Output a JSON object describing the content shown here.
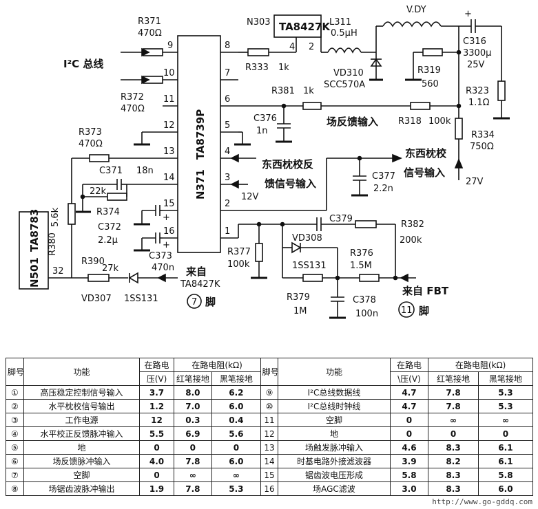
{
  "diagram": {
    "ic_main": {
      "ref": "N371",
      "part": "TA8739P"
    },
    "ic_n303": {
      "ref": "N303",
      "part": "TA8427K"
    },
    "ic_n501": {
      "ref": "N501",
      "part": "TA8783"
    },
    "i2c_label": "I²C 总线",
    "pin_numbers": [
      "9",
      "8",
      "10",
      "7",
      "11",
      "6",
      "12",
      "5",
      "13",
      "4",
      "14",
      "3",
      "15",
      "2",
      "16",
      "1"
    ],
    "n303_pins": [
      "4",
      "2"
    ],
    "n501_pin": "32",
    "components": {
      "R371": [
        "R371",
        "470Ω"
      ],
      "R372": [
        "R372",
        "470Ω"
      ],
      "R333": [
        "R333",
        "1k"
      ],
      "L311": [
        "L311",
        "0.5μH"
      ],
      "VD310": [
        "VD310",
        "SCC570A"
      ],
      "VDY": [
        "V.DY"
      ],
      "C316": [
        "C316",
        "3300μ",
        "25V"
      ],
      "R319": [
        "R319",
        "560"
      ],
      "R323": [
        "R323",
        "1.1Ω"
      ],
      "R334": [
        "R334",
        "750Ω"
      ],
      "R381": [
        "R381",
        "1k"
      ],
      "C376": [
        "C376",
        "1n"
      ],
      "R318": [
        "R318",
        "100k"
      ],
      "R373": [
        "R373",
        "470Ω"
      ],
      "C371": [
        "C371",
        "18n"
      ],
      "R374": [
        "R374",
        "22k"
      ],
      "C372": [
        "C372",
        "2.2μ"
      ],
      "C373": [
        "C373",
        "470n"
      ],
      "C377": [
        "C377",
        "2.2n"
      ],
      "C379": [
        "C379"
      ],
      "R382": [
        "R382",
        "200k"
      ],
      "VD308": [
        "VD308",
        "1SS131"
      ],
      "R376": [
        "R376",
        "1.5M"
      ],
      "R377": [
        "R377",
        "100k"
      ],
      "R379": [
        "R379",
        "1M"
      ],
      "C378": [
        "C378",
        "100n"
      ],
      "R380": [
        "R380",
        "5.6k"
      ],
      "R390": [
        "R390",
        "27k"
      ],
      "VD307": [
        "VD307",
        "1SS131"
      ]
    },
    "labels": {
      "field_feedback": "场反馈输入",
      "ew_feedback_1": "东西枕校反",
      "ew_feedback_2": "馈信号输入",
      "ew_signal_1": "东西枕校",
      "ew_signal_2": "信号输入",
      "v12": "12V",
      "v27": "27V",
      "from_ta8427k_1": "来自",
      "from_ta8427k_2": "TA8427K",
      "pin7_circle": "7",
      "pin7_suffix": "脚",
      "from_fbt": "来自 FBT",
      "pin11_circle": "11",
      "pin11_suffix": "脚"
    }
  },
  "table": {
    "headers": {
      "pin": "脚号",
      "function": "功能",
      "voltage_1": "在路电",
      "voltage_2": "压(V)",
      "voltage_2_right": "\\压(V)",
      "resistance": "在路电阻(kΩ)",
      "red": "红笔接地",
      "black": "黑笔接地"
    },
    "rows": [
      {
        "l": [
          "①",
          "高压稳定控制信号输入",
          "3.7",
          "8.0",
          "6.2"
        ],
        "r": [
          "⑨",
          "I²C总线数据线",
          "4.7",
          "7.8",
          "5.3"
        ]
      },
      {
        "l": [
          "②",
          "水平枕校信号输出",
          "1.2",
          "7.0",
          "6.0"
        ],
        "r": [
          "⑩",
          "I²C总线时钟线",
          "4.7",
          "7.8",
          "5.3"
        ]
      },
      {
        "l": [
          "③",
          "工作电源",
          "12",
          "0.3",
          "0.4"
        ],
        "r": [
          "11",
          "空脚",
          "0",
          "∞",
          "∞"
        ]
      },
      {
        "l": [
          "④",
          "水平校正反馈脉冲输入",
          "5.5",
          "6.9",
          "5.6"
        ],
        "r": [
          "12",
          "地",
          "0",
          "0",
          "0"
        ]
      },
      {
        "l": [
          "⑤",
          "地",
          "0",
          "0",
          "0"
        ],
        "r": [
          "13",
          "场触发脉冲输入",
          "4.6",
          "8.3",
          "6.1"
        ]
      },
      {
        "l": [
          "⑥",
          "场反馈脉冲输入",
          "4.0",
          "7.8",
          "6.0"
        ],
        "r": [
          "14",
          "时基电路外接滤波器",
          "3.9",
          "8.2",
          "6.1"
        ]
      },
      {
        "l": [
          "⑦",
          "空脚",
          "0",
          "∞",
          "∞"
        ],
        "r": [
          "15",
          "锯齿波电压形成",
          "5.8",
          "8.3",
          "5.8"
        ]
      },
      {
        "l": [
          "⑧",
          "场锯齿波脉冲输出",
          "1.9",
          "7.8",
          "5.3"
        ],
        "r": [
          "16",
          "场AGC滤波",
          "3.0",
          "8.3",
          "6.0"
        ]
      }
    ],
    "watermark": "http://www.go-gddq.com"
  }
}
